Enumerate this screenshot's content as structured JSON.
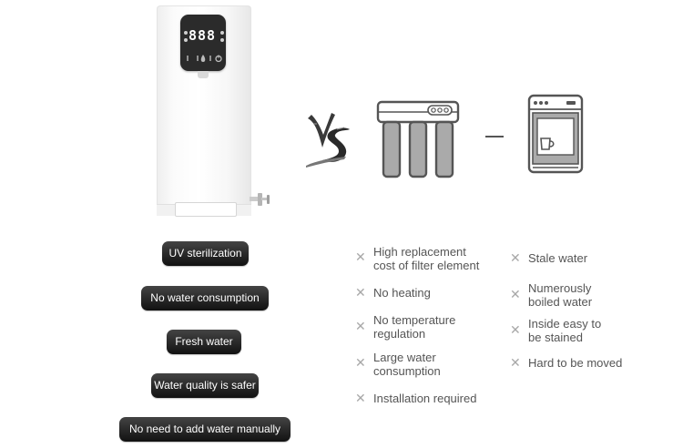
{
  "dispenser": {
    "display_digits": "888"
  },
  "features": [
    "UV sterilization",
    "No water consumption",
    "Fresh water",
    "Water quality is safer",
    "No need to add water manually"
  ],
  "vs_label": "VS",
  "drawbacks_left": [
    [
      "High replacement",
      "cost of filter element"
    ],
    [
      "No heating"
    ],
    [
      "No temperature",
      "regulation"
    ],
    [
      "Large water",
      "consumption"
    ],
    [
      "Installation required"
    ]
  ],
  "drawbacks_right": [
    [
      "Stale water"
    ],
    [
      "Numerously",
      "boiled water"
    ],
    [
      "Inside easy to",
      "be stained"
    ],
    [
      "Hard to be moved"
    ]
  ],
  "icons": {
    "filter": "three-stage-filter-icon",
    "cooler": "water-cooler-icon",
    "cross": "x-mark-icon"
  },
  "colors": {
    "pill_bg": "#1a1a1a",
    "text": "#555555",
    "cross": "#a8a8a8",
    "icon_stroke": "#555555",
    "icon_fill": "#aaaaaa"
  }
}
